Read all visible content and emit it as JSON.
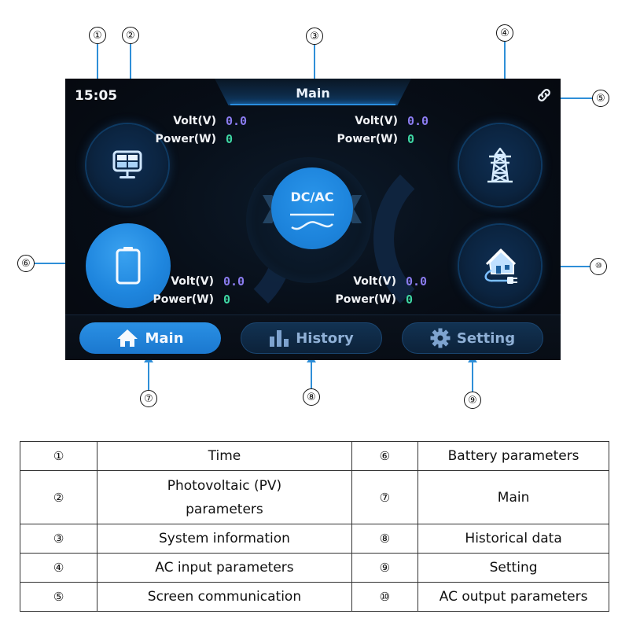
{
  "screen": {
    "time": "15:05",
    "header_title": "Main",
    "status_icon": "link-icon",
    "center": {
      "label": "DC/AC",
      "icon": "sine-wave-icon"
    },
    "pv": {
      "icon": "solar-panel-icon",
      "volt_label": "Volt(V)",
      "volt_value": "0.0",
      "power_label": "Power(W)",
      "power_value": "0"
    },
    "grid": {
      "icon": "power-tower-icon",
      "volt_label": "Volt(V)",
      "volt_value": "0.0",
      "power_label": "Power(W)",
      "power_value": "0"
    },
    "battery": {
      "icon": "battery-icon",
      "volt_label": "Volt(V)",
      "volt_value": "0.0",
      "power_label": "Power(W)",
      "power_value": "0"
    },
    "load": {
      "icon": "house-plug-icon",
      "volt_label": "Volt(V)",
      "volt_value": "0.0",
      "power_label": "Power(W)",
      "power_value": "0"
    },
    "nav": [
      {
        "label": "Main",
        "icon": "home-icon",
        "active": true
      },
      {
        "label": "History",
        "icon": "bar-chart-icon",
        "active": false
      },
      {
        "label": "Setting",
        "icon": "gear-icon",
        "active": false
      }
    ],
    "colors": {
      "accent": "#1d84dc",
      "volt": "#8b7cf0",
      "power": "#3fd8a4",
      "background": "#070d16"
    }
  },
  "callouts": [
    "①",
    "②",
    "③",
    "④",
    "⑤",
    "⑥",
    "⑦",
    "⑧",
    "⑨",
    "⑩"
  ],
  "legend": [
    {
      "num": "①",
      "desc": "Time",
      "num2": "⑥",
      "desc2": "Battery parameters"
    },
    {
      "num": "②",
      "desc": "Photovoltaic (PV) parameters",
      "num2": "⑦",
      "desc2": "Main"
    },
    {
      "num": "③",
      "desc": "System information",
      "num2": "⑧",
      "desc2": "Historical data"
    },
    {
      "num": "④",
      "desc": "AC input parameters",
      "num2": "⑨",
      "desc2": "Setting"
    },
    {
      "num": "⑤",
      "desc": "Screen communication",
      "num2": "⑩",
      "desc2": "AC output parameters"
    }
  ]
}
